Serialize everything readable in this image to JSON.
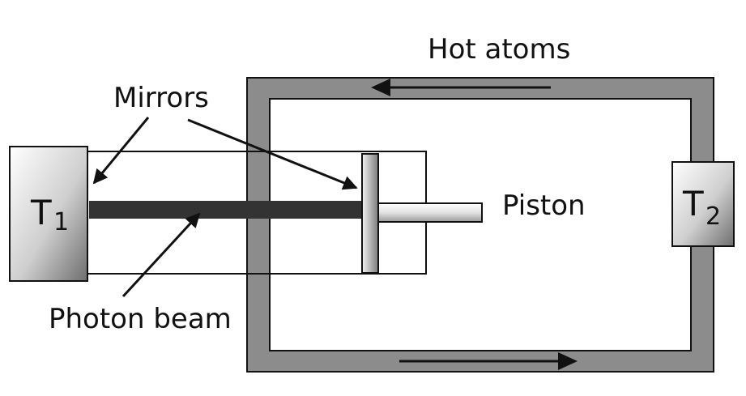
{
  "labels": {
    "hot_atoms": "Hot atoms",
    "mirrors": "Mirrors",
    "piston": "Piston",
    "photon_beam": "Photon beam"
  },
  "reservoirs": {
    "cold": {
      "symbol": "T",
      "subscript": "1"
    },
    "hot": {
      "symbol": "T",
      "subscript": "2"
    }
  },
  "colors": {
    "loop_fill": "#8c8c8c",
    "beam": "#333333",
    "outline": "#111111",
    "reservoir_light": "#ffffff",
    "reservoir_dark": "#6e6e6e"
  }
}
